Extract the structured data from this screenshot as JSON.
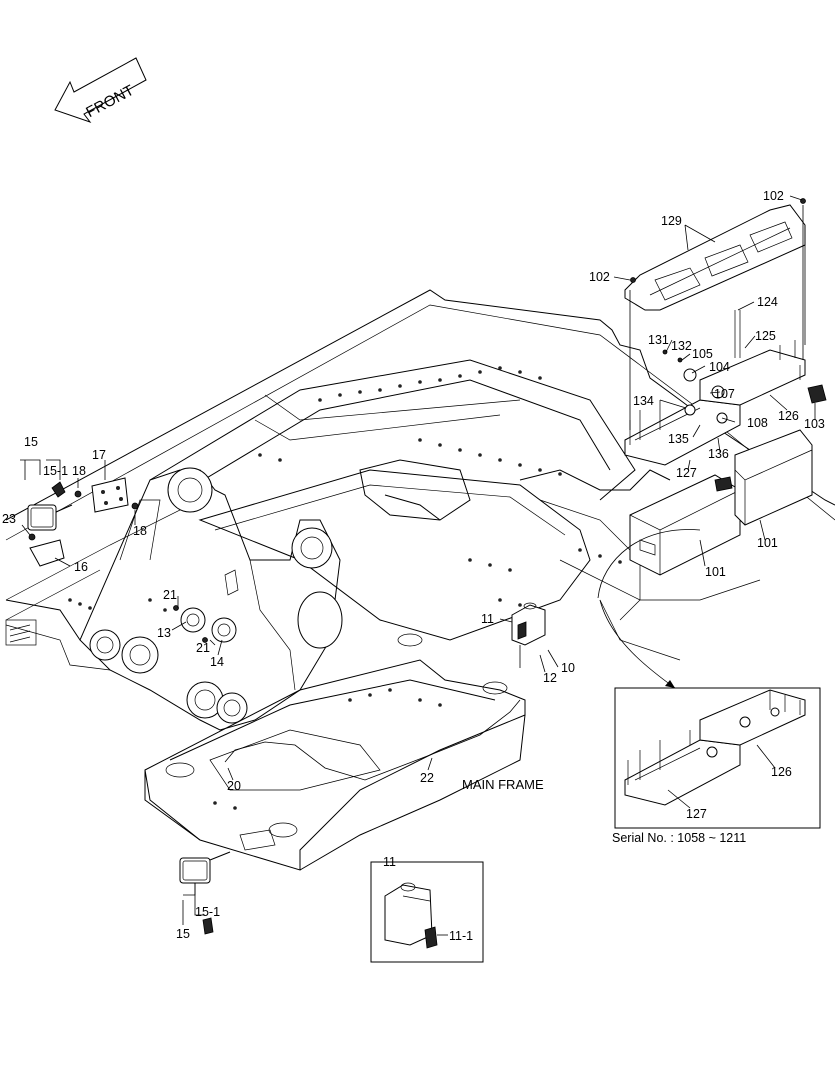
{
  "front_arrow": {
    "label": "FRONT"
  },
  "main_frame": {
    "title": "MAIN FRAME"
  },
  "detail": {
    "serial_label": "Serial No. : 1058 ~ 1211"
  },
  "callouts": {
    "c15a": "15",
    "c15_1a": "15-1",
    "c17": "17",
    "c18a": "18",
    "c18b": "18",
    "c23": "23",
    "c16": "16",
    "c21a": "21",
    "c21b": "21",
    "c13": "13",
    "c14": "14",
    "c11": "11",
    "c12": "12",
    "c10": "10",
    "c20": "20",
    "c22": "22",
    "c102a": "102",
    "c102b": "102",
    "c129": "129",
    "c124": "124",
    "c125": "125",
    "c131": "131",
    "c132": "132",
    "c105": "105",
    "c104": "104",
    "c107": "107",
    "c134": "134",
    "c135": "135",
    "c108": "108",
    "c126": "126",
    "c103": "103",
    "c136": "136",
    "c127": "127",
    "c101a": "101",
    "c101b": "101",
    "c126d": "126",
    "c127d": "127",
    "c15b": "15",
    "c15_1b": "15-1",
    "c11inset": "11",
    "c11_1": "11-1"
  }
}
